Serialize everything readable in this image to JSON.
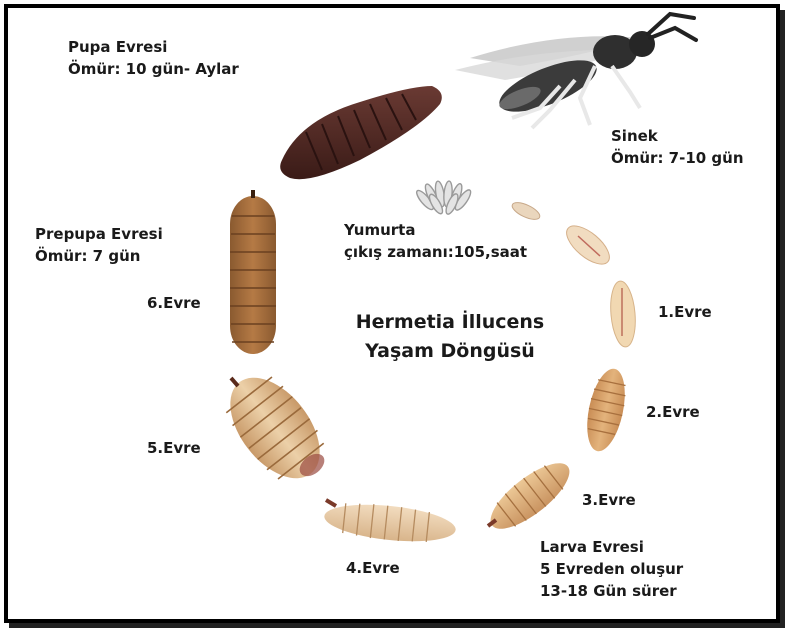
{
  "title": {
    "line1": "Hermetia İllucens",
    "line2": "Yaşam Döngüsü"
  },
  "pupa": {
    "line1": "Pupa Evresi",
    "line2": "Ömür: 10 gün- Aylar"
  },
  "fly": {
    "line1": "Sinek",
    "line2": "Ömür: 7-10 gün"
  },
  "egg": {
    "line1": "Yumurta",
    "line2": "çıkış zamanı:105,saat"
  },
  "prepupa": {
    "line1": "Prepupa Evresi",
    "line2": "Ömür: 7 gün"
  },
  "stages": {
    "s1": "1.Evre",
    "s2": "2.Evre",
    "s3": "3.Evre",
    "s4": "4.Evre",
    "s5": "5.Evre",
    "s6": "6.Evre"
  },
  "larva": {
    "line1": "Larva Evresi",
    "line2": "5 Evreden oluşur",
    "line3": "13-18 Gün sürer"
  },
  "colors": {
    "pupa": "#4a2520",
    "prepupa": "#a0693a",
    "larva_light": "#e8cba0",
    "larva_mid": "#d9aa72",
    "fly_body": "#3b3b3b"
  }
}
